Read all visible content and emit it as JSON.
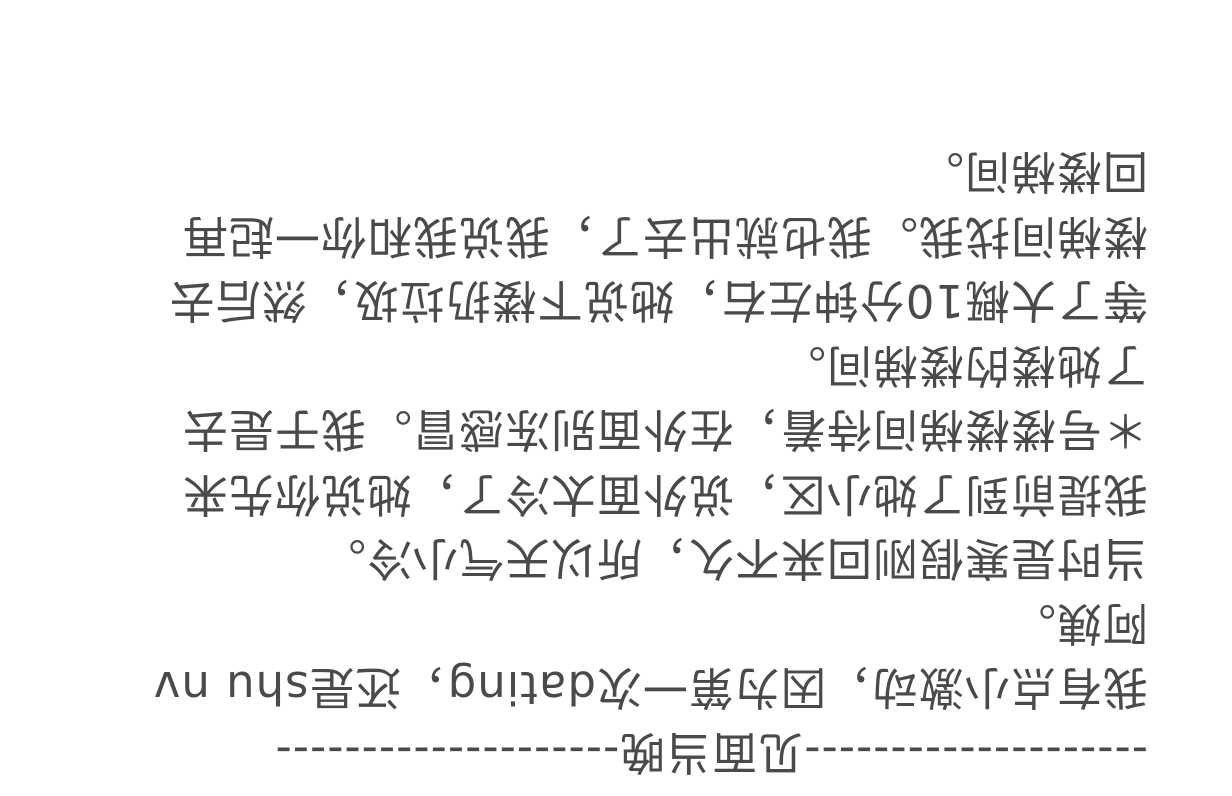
{
  "document": {
    "heading": "--------------------见面当晚--------------------",
    "lines": [
      "我有点小激动，因为第一次dating，还是shu nv",
      "阿姨。",
      "当时是寒假刚回来不久，所以天气小冷。",
      "我提前到了她小区，说外面太冷了，她说你先来",
      "＊号楼楼梯间待着，在外面别冻感冒。我于是去",
      "了她楼的楼梯间。",
      "等了大概10分钟左右，她说下楼扔垃圾，然后去",
      "楼梯间找我。我也就出去了，我说我和你一起再",
      "回楼梯间。"
    ]
  }
}
